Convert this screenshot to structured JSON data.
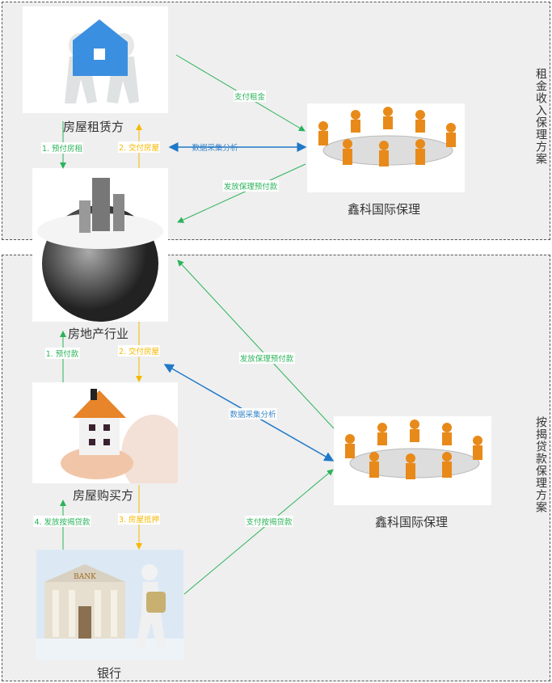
{
  "sections": {
    "rent": "租金收入保理方案",
    "mortgage": "按揭贷款保理方案"
  },
  "nodes": {
    "tenant": "房屋租赁方",
    "real_estate": "房地产行业",
    "factoring_top": "鑫科国际保理",
    "buyer": "房屋购买方",
    "factoring_bottom": "鑫科国际保理",
    "bank": "银行",
    "bank_sign": "BANK"
  },
  "edges": {
    "pay_rent": "支付租金",
    "prepay_rent": "1. 预付房租",
    "deliver_house_top": "2. 交付房屋",
    "data_top": "数据采集分析",
    "issue_advance_top": "发放保理预付款",
    "issue_advance_bottom": "发放保理预付款",
    "prepay": "1. 预付款",
    "deliver_house_bottom": "2. 交付房屋",
    "data_bottom": "数据采集分析",
    "issue_mortgage": "4. 发放按揭贷款",
    "mortgage_house": "3. 房屋抵押",
    "pay_mortgage": "支付按揭贷款"
  },
  "colors": {
    "green": "#2bb35a",
    "yellow": "#f5b800",
    "blue": "#1f78c8"
  }
}
